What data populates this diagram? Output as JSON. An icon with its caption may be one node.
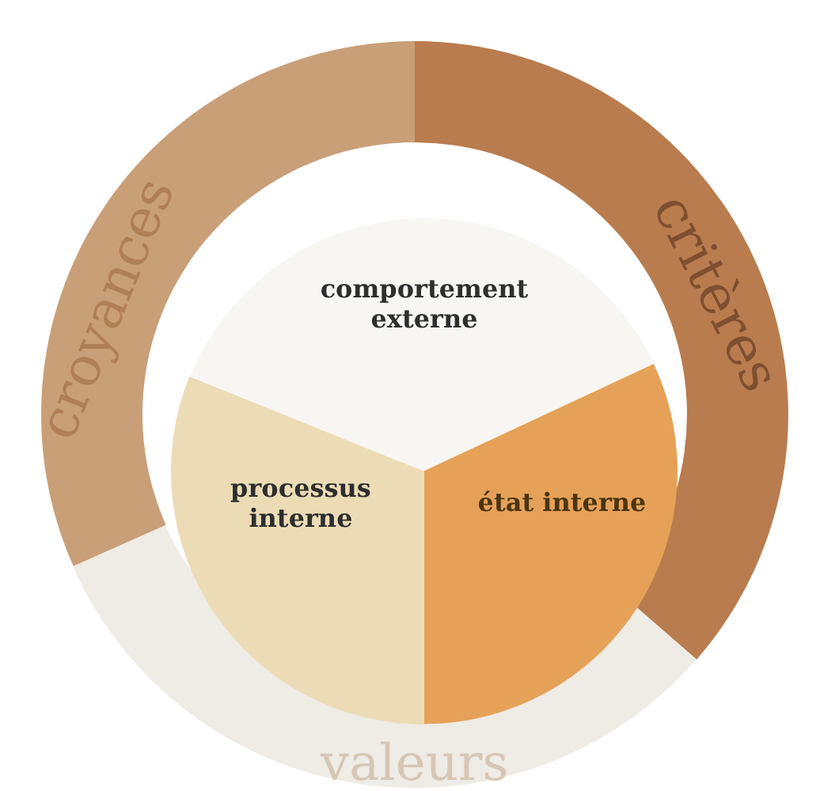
{
  "diagram": {
    "nodes": [
      {
        "text": [
          "croyances"
        ]
      },
      {
        "text": [
          "critères"
        ]
      },
      {
        "text": [
          "valeurs"
        ]
      },
      {
        "text": [
          "comportement externe"
        ]
      },
      {
        "text": [
          "processus interne"
        ]
      },
      {
        "text": [
          "état interne"
        ]
      }
    ]
  }
}
